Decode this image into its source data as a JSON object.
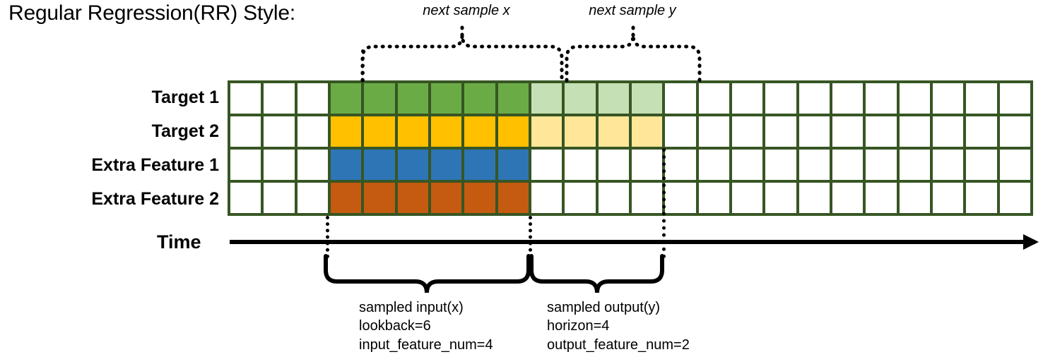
{
  "title": "Regular Regression(RR) Style:",
  "annotations": {
    "top_left": "next sample x",
    "top_right": "next sample y"
  },
  "row_labels": [
    "Target 1",
    "Target 2",
    "Extra Feature 1",
    "Extra Feature 2"
  ],
  "axis": {
    "label": "Time",
    "direction": "right-arrow"
  },
  "captions": {
    "input": {
      "line1": "sampled input(x)",
      "line2": "lookback=6",
      "line3": "input_feature_num=4"
    },
    "output": {
      "line1": "sampled output(y)",
      "line2": "horizon=4",
      "line3": "output_feature_num=2"
    }
  },
  "grid": {
    "columns": 24,
    "rows": 4,
    "input_start_col": 3,
    "lookback": 6,
    "horizon": 4,
    "border_color": "#375623",
    "empty_color": "#ffffff",
    "row_colors": [
      {
        "name": "Target 1",
        "solid": "#6AAB46",
        "light": "#C5E0B4",
        "has_horizon": true
      },
      {
        "name": "Target 2",
        "solid": "#FFC000",
        "light": "#FFE699",
        "has_horizon": true
      },
      {
        "name": "Extra Feature 1",
        "solid": "#2E75B6",
        "light": "#ffffff",
        "has_horizon": false
      },
      {
        "name": "Extra Feature 2",
        "solid": "#C55A11",
        "light": "#ffffff",
        "has_horizon": false
      }
    ]
  },
  "chart_data": {
    "type": "table",
    "title": "Regular Regression(RR) Style:",
    "categories": [
      "Target 1",
      "Target 2",
      "Extra Feature 1",
      "Extra Feature 2"
    ],
    "columns": 24,
    "lookback": 6,
    "horizon": 4,
    "input_feature_num": 4,
    "output_feature_num": 2,
    "input_start_col": 3,
    "series": [
      {
        "name": "Target 1",
        "input_cols": [
          3,
          4,
          5,
          6,
          7,
          8
        ],
        "output_cols": [
          9,
          10,
          11,
          12
        ]
      },
      {
        "name": "Target 2",
        "input_cols": [
          3,
          4,
          5,
          6,
          7,
          8
        ],
        "output_cols": [
          9,
          10,
          11,
          12
        ]
      },
      {
        "name": "Extra Feature 1",
        "input_cols": [
          3,
          4,
          5,
          6,
          7,
          8
        ],
        "output_cols": []
      },
      {
        "name": "Extra Feature 2",
        "input_cols": [
          3,
          4,
          5,
          6,
          7,
          8
        ],
        "output_cols": []
      }
    ]
  }
}
